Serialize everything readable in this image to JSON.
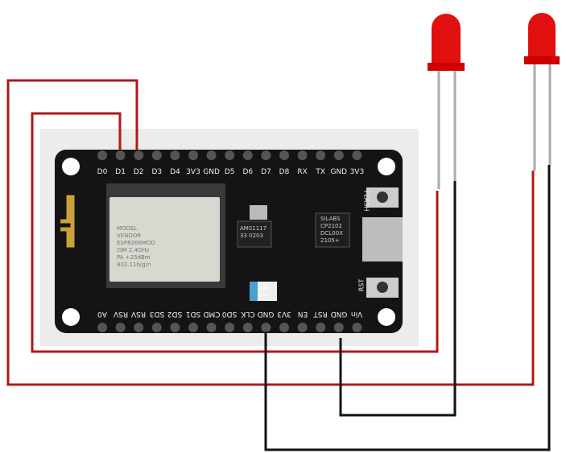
{
  "board": {
    "top_pins": [
      "D0",
      "D1",
      "D2",
      "D3",
      "D4",
      "3V3",
      "GND",
      "D5",
      "D6",
      "D7",
      "D8",
      "RX",
      "TX",
      "GND",
      "3V3"
    ],
    "bottom_pins": [
      "A0",
      "RSV",
      "RSV",
      "SD3",
      "SD2",
      "SD1",
      "CMD",
      "SD0",
      "CLK",
      "GND",
      "3V3",
      "EN",
      "RST",
      "GND",
      "Vin"
    ],
    "module_text": [
      "MODEL",
      "VENDOR",
      "ESP8266MOD",
      "ISM 2.4GHz",
      "PA +25dBm",
      "802.11b/g/n"
    ],
    "regulator_text": [
      "AMS1117",
      "33 0203"
    ],
    "usb_chip_text": [
      "SILABS",
      "CP2102",
      "DCL00X",
      "2105+"
    ],
    "capacitor_text": [
      "100",
      "6V"
    ],
    "flash_label": "FLASH",
    "rst_label": "RST"
  },
  "colors": {
    "red_wire": "#b01818",
    "black_wire": "#111111",
    "led": "#e01010",
    "board": "#141414"
  }
}
